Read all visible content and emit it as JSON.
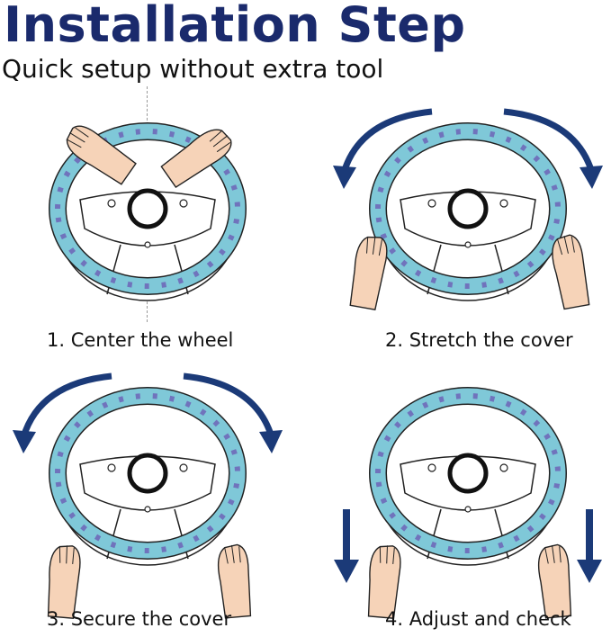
{
  "header": {
    "title": "Installation Step",
    "subtitle": "Quick setup without extra tool"
  },
  "steps": [
    {
      "caption": "1. Center the wheel",
      "arrows": "none",
      "hands": "top"
    },
    {
      "caption": "2. Stretch the cover",
      "arrows": "curved-down-outward",
      "hands": "sides"
    },
    {
      "caption": "3. Secure the cover",
      "arrows": "curved-down-outward",
      "hands": "bottom"
    },
    {
      "caption": "4. Adjust and check",
      "arrows": "straight-down",
      "hands": "bottom-grip"
    }
  ],
  "colors": {
    "title": "#1a2a6c",
    "arrow": "#1b3a78",
    "cover_base": "#7fc8d8",
    "cover_accent": "#6a4fb0",
    "skin": "#f6d3b8",
    "outline": "#222222"
  },
  "icons": [
    "steering-wheel-icon",
    "hand-icon",
    "arrow-icon"
  ]
}
